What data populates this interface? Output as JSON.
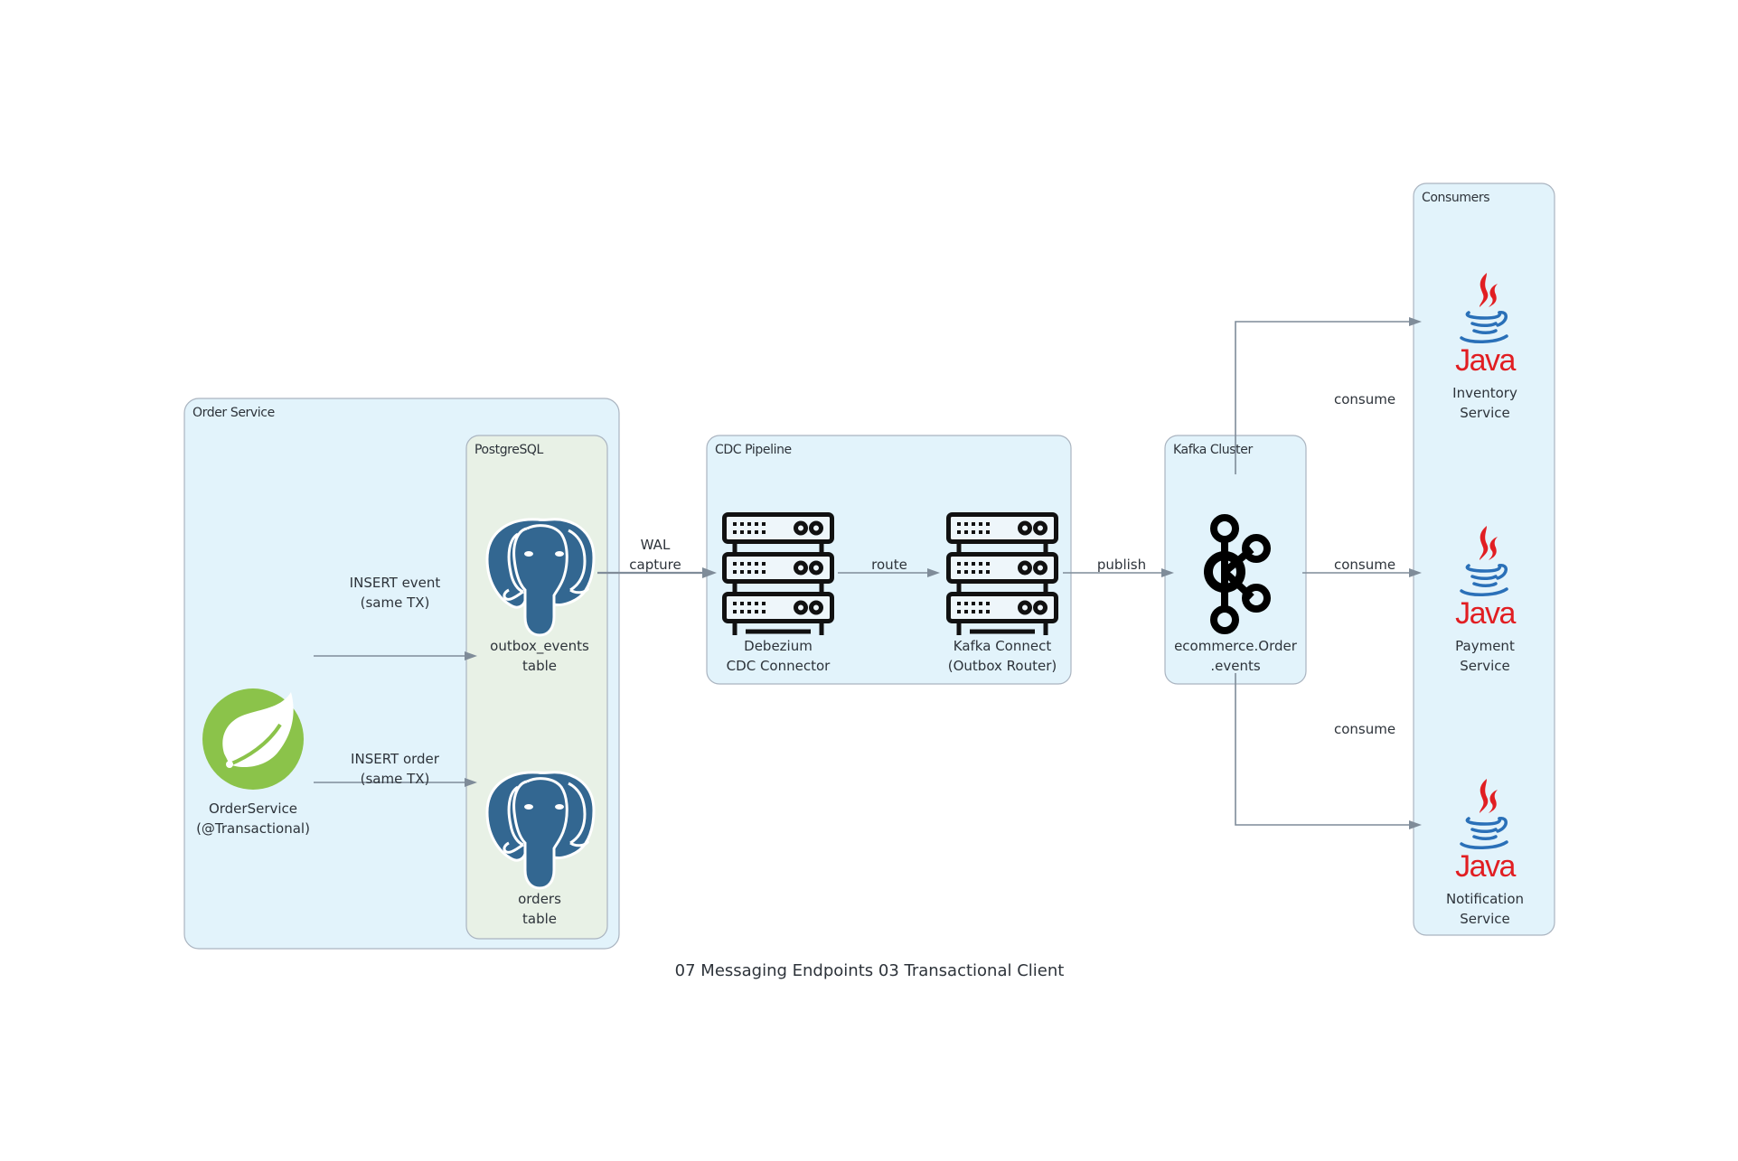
{
  "title": "07 Messaging Endpoints 03 Transactional Client",
  "colors": {
    "cluster_blue": "#e2f3fb",
    "cluster_green": "#e8f1e6",
    "cluster_border": "#aab4c0",
    "edge": "#7f8c99",
    "text": "#2d333a",
    "spring_green": "#8bc34a",
    "postgres_blue": "#336791",
    "java_red": "#e11e22",
    "java_blue": "#2a70b8",
    "kafka_black": "#000000"
  },
  "clusters": {
    "order_service": {
      "label": "Order Service"
    },
    "postgresql": {
      "label": "PostgreSQL"
    },
    "cdc_pipeline": {
      "label": "CDC Pipeline"
    },
    "kafka_cluster": {
      "label": "Kafka Cluster"
    },
    "consumers": {
      "label": "Consumers"
    }
  },
  "nodes": {
    "order_service": {
      "line1": "OrderService",
      "line2": "(@Transactional)",
      "icon": "spring-leaf-icon"
    },
    "outbox_events": {
      "line1": "outbox_events",
      "line2": "table",
      "icon": "postgresql-elephant-icon"
    },
    "orders": {
      "line1": "orders",
      "line2": "table",
      "icon": "postgresql-elephant-icon"
    },
    "debezium": {
      "line1": "Debezium",
      "line2": "CDC Connector",
      "icon": "server-rack-icon"
    },
    "kafka_connect": {
      "line1": "Kafka Connect",
      "line2": "(Outbox Router)",
      "icon": "server-rack-icon"
    },
    "topic": {
      "line1": "ecommerce.Order",
      "line2": ".events",
      "icon": "kafka-icon"
    },
    "inventory": {
      "line1": "Inventory",
      "line2": "Service",
      "icon": "java-icon"
    },
    "payment": {
      "line1": "Payment",
      "line2": "Service",
      "icon": "java-icon"
    },
    "notification": {
      "line1": "Notification",
      "line2": "Service",
      "icon": "java-icon"
    }
  },
  "edges": {
    "insert_event": {
      "line1": "INSERT event",
      "line2": "(same TX)"
    },
    "insert_order": {
      "line1": "INSERT order",
      "line2": "(same TX)"
    },
    "wal_capture": {
      "line1": "WAL",
      "line2": "capture"
    },
    "route": {
      "line1": "route"
    },
    "publish": {
      "line1": "publish"
    },
    "consume_inventory": {
      "line1": "consume"
    },
    "consume_payment": {
      "line1": "consume"
    },
    "consume_notification": {
      "line1": "consume"
    }
  }
}
